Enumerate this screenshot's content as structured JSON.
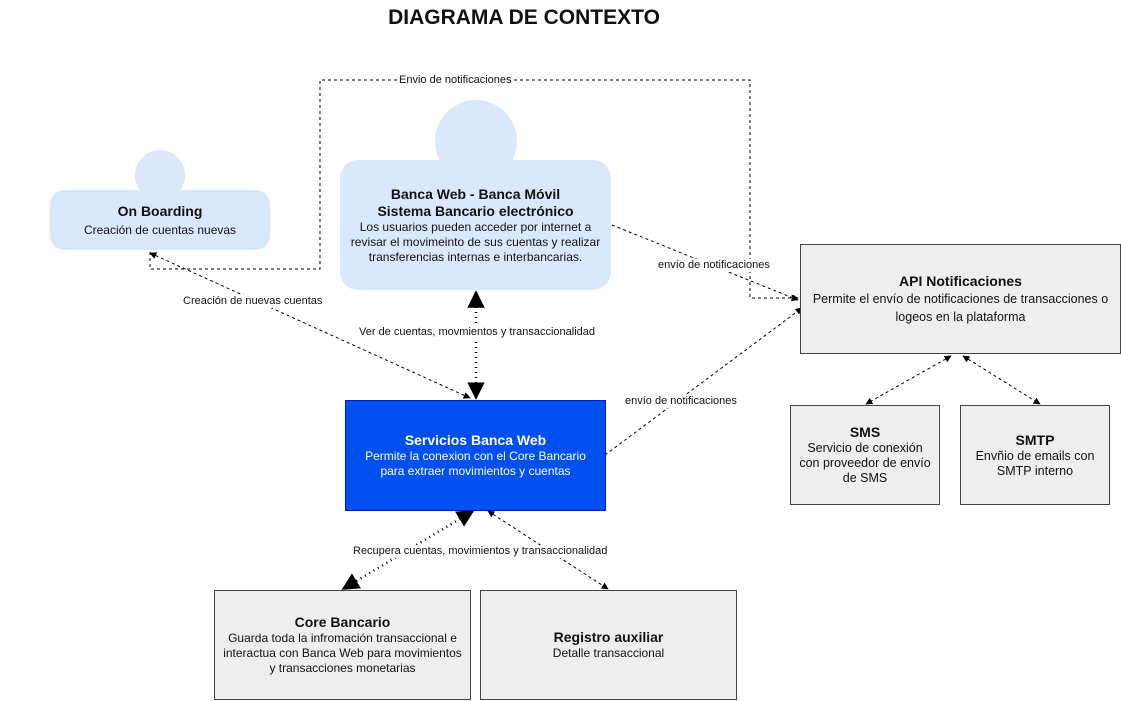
{
  "title": "DIAGRAMA DE CONTEXTO",
  "colors": {
    "person_fill": "#dae8fc",
    "system_fill": "#0050ef",
    "external_fill": "#eeeeee",
    "edge": "#000000"
  },
  "nodes": {
    "onboarding": {
      "name": "On Boarding",
      "desc": "Creación de cuentas nuevas"
    },
    "banca": {
      "name": "Banca Web - Banca Móvil",
      "name2": "Sistema Bancario electrónico",
      "desc": "Los usuarios pueden acceder por internet a revisar el movimeinto de sus cuentas y realizar transferencias internas e interbancarias."
    },
    "api": {
      "name": "API Notificaciones",
      "desc": "Permite el envío de notificaciones de transacciones o logeos en la plataforma"
    },
    "servicios": {
      "name": "Servicios Banca Web",
      "desc": "Permite la conexion con el Core Bancario para extraer movimientos y cuentas"
    },
    "sms": {
      "name": "SMS",
      "desc": "Servicio de conexión con proveedor de envío de SMS"
    },
    "smtp": {
      "name": "SMTP",
      "desc": "Envñio de emails con SMTP interno"
    },
    "core": {
      "name": "Core Bancario",
      "desc": "Guarda  toda la infromación transaccional e interactua con Banca Web para movimientos y transacciones monetarias"
    },
    "registro": {
      "name": "Registro auxiliar",
      "desc": "Detalle transaccional"
    }
  },
  "edges": {
    "envio_top": "Envio de notificaciones",
    "envio_banca_api": "envío de notificaciones",
    "creacion": "Creación de nuevas cuentas",
    "ver": "Ver de cuentas, movmientos y transaccionalidad",
    "envio_serv_api": "envío de notificaciones",
    "recupera": "Recupera cuentas, movimientos y transaccionalidad"
  }
}
